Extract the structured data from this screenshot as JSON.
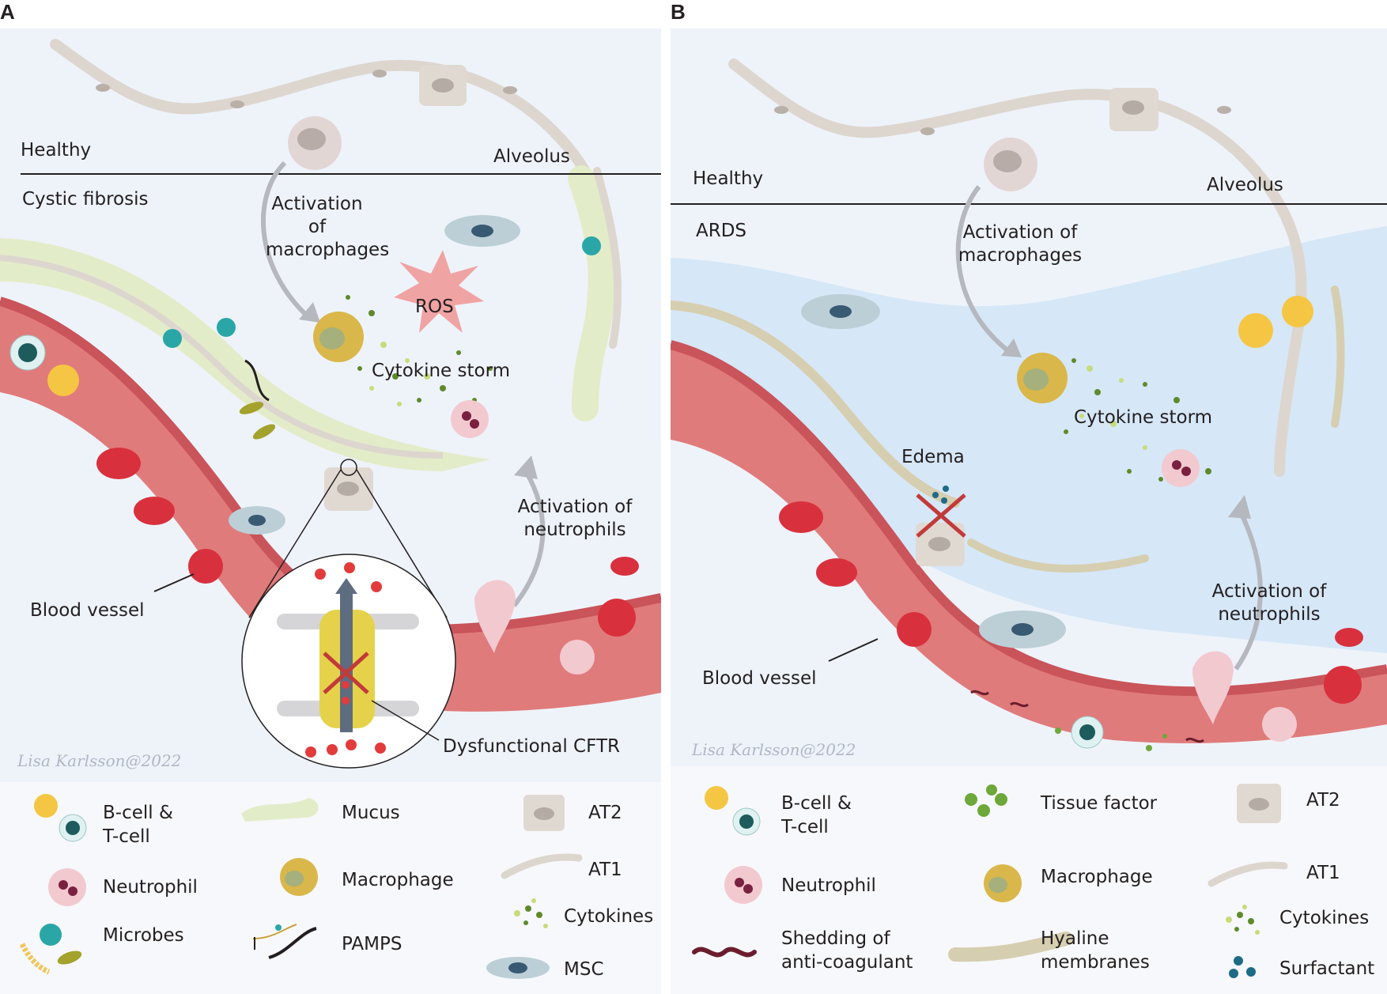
{
  "panels": {
    "a": {
      "letter": "A",
      "healthy": "Healthy",
      "disease": "Cystic fibrosis",
      "alveolus": "Alveolus",
      "activation_macrophages": "Activation of macrophages",
      "ros": "ROS",
      "cytokine_storm": "Cytokine storm",
      "activation_neutrophils": "Activation of neutrophils",
      "blood_vessel": "Blood vessel",
      "dysfunctional_cftr": "Dysfunctional CFTR",
      "signature": "Lisa Karlsson@2022"
    },
    "b": {
      "letter": "B",
      "healthy": "Healthy",
      "disease": "ARDS",
      "alveolus": "Alveolus",
      "activation_macrophages": "Activation of macrophages",
      "cytokine_storm": "Cytokine storm",
      "edema": "Edema",
      "activation_neutrophils": "Activation of neutrophils",
      "blood_vessel": "Blood vessel",
      "signature": "Lisa Karlsson@2022"
    }
  },
  "legend_a": {
    "bt_cell": "B-cell & T-cell",
    "neutrophil": "Neutrophil",
    "microbes": "Microbes",
    "mucus": "Mucus",
    "macrophage": "Macrophage",
    "pamps": "PAMPS",
    "at2": "AT2",
    "at1": "AT1",
    "cytokines": "Cytokines",
    "msc": "MSC"
  },
  "legend_b": {
    "bt_cell": "B-cell & T-cell",
    "neutrophil": "Neutrophil",
    "shedding": "Shedding of anti-coagulant",
    "tissue_factor": "Tissue factor",
    "macrophage": "Macrophage",
    "hyaline": "Hyaline membranes",
    "at2": "AT2",
    "at1": "AT1",
    "cytokines": "Cytokines",
    "surfactant": "Surfactant"
  },
  "colors": {
    "panel_bg": "#eef3fa",
    "vessel": "#e07b7b",
    "vessel_dark": "#c9545a",
    "mucus": "#e3ecc8",
    "edema": "#d6e7f7",
    "macrophage": "#d9b74a",
    "neutrophil": "#f3c9d0",
    "msc": "#bccfd6",
    "rbc": "#d8313d"
  }
}
